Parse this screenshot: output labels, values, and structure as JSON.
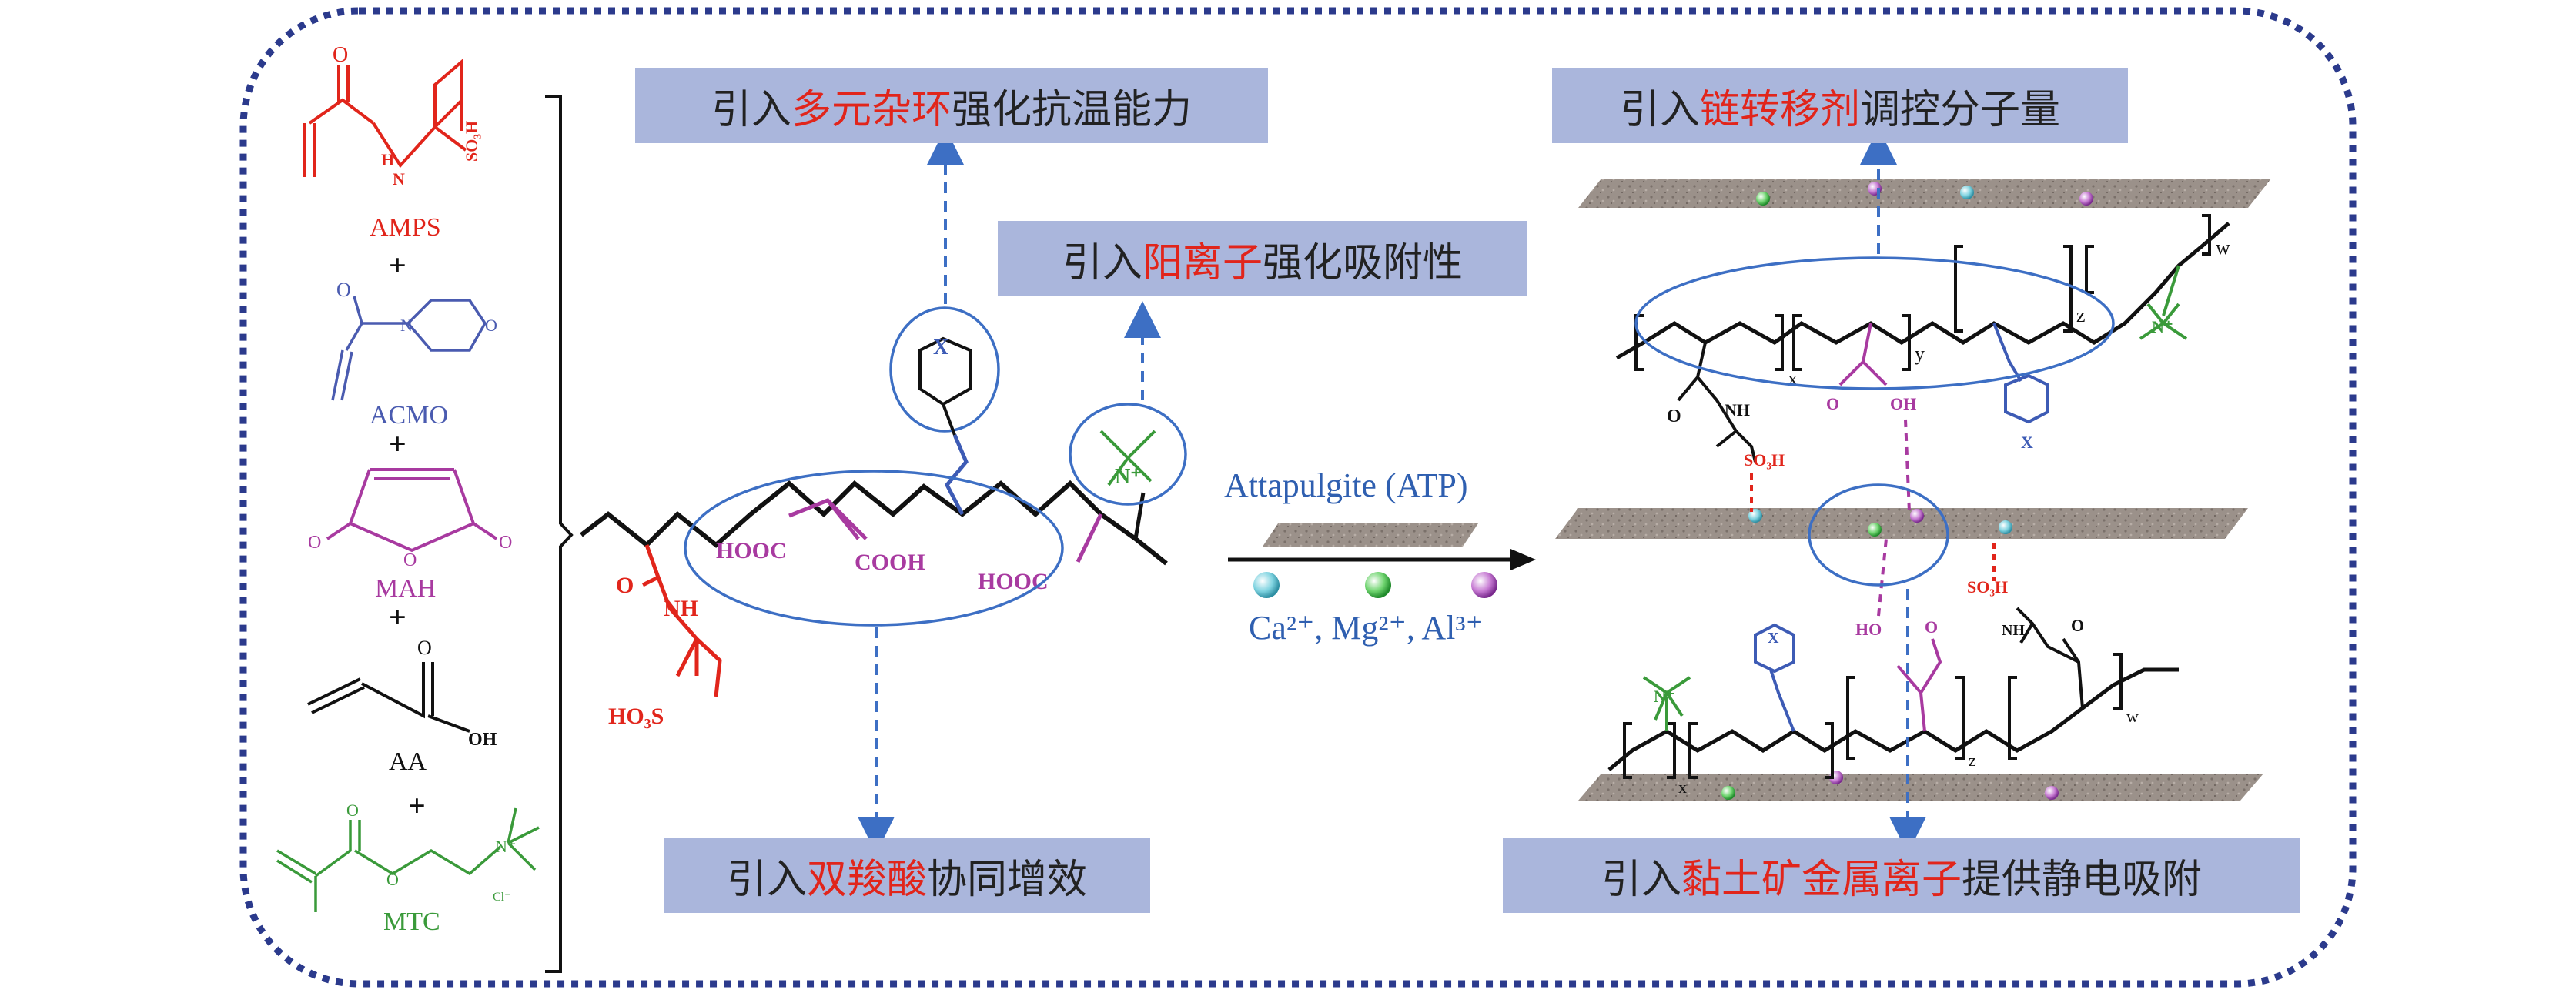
{
  "monomers": {
    "amps": "AMPS",
    "acmo": "ACMO",
    "mah": "MAH",
    "aa": "AA",
    "mtc": "MTC",
    "plus": "+"
  },
  "atoms": {
    "o": "O",
    "n": "N",
    "nh": "NH",
    "h": "H",
    "oh": "OH",
    "x": "X",
    "so3h": "SO₃H",
    "ho3s": "HO₃S",
    "so3h_small": "SO₃H",
    "cl": "Cl⁻",
    "n_plus": "N⁺",
    "hooc": "HOOC",
    "cooh": "COOH",
    "ho": "HO"
  },
  "subscripts": {
    "x": "x",
    "y": "y",
    "z": "z",
    "w": "w"
  },
  "reaction": {
    "reagent": "Attapulgite (ATP)",
    "ions": "Ca²⁺, Mg²⁺, Al³⁺"
  },
  "labels": {
    "heterocycle": {
      "pre": "引入",
      "hl": "多元杂环",
      "post": "强化抗温能力"
    },
    "cation": {
      "pre": "引入",
      "hl": "阳离子",
      "post": "强化吸附性"
    },
    "dicarboxylic": {
      "pre": "引入",
      "hl": "双羧酸",
      "post": "协同增效"
    },
    "chain_transfer": {
      "pre": "引入",
      "hl": "链转移剂",
      "post": "调控分子量"
    },
    "clay_ions": {
      "pre": "引入",
      "hl": "黏土矿金属离子",
      "post": "提供静电吸附"
    }
  },
  "colors": {
    "frame": "#2b3a8c",
    "amps": "#e1251b",
    "acmo": "#4a5bb0",
    "mah": "#a83aa0",
    "aa": "#111111",
    "mtc": "#3a9a3a",
    "label_bg": "#aab6dc",
    "highlight": "#e1251b",
    "arrow_dash": "#3d6fc4",
    "clay": "#9a8f86"
  }
}
